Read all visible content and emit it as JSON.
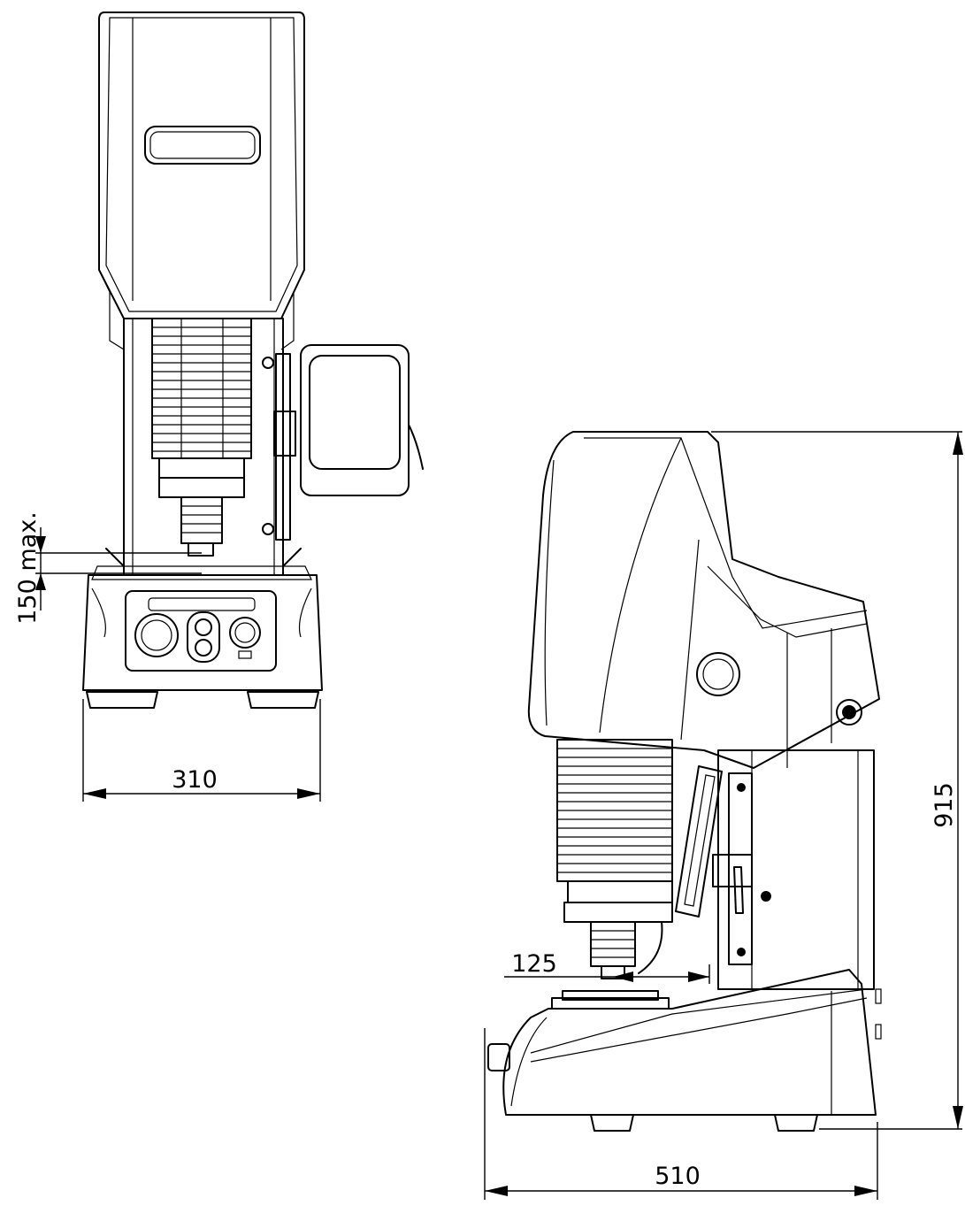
{
  "dimensions": {
    "front_width": "310",
    "clearance": "150 max.",
    "throat": "125",
    "side_depth": "510",
    "height": "915"
  }
}
